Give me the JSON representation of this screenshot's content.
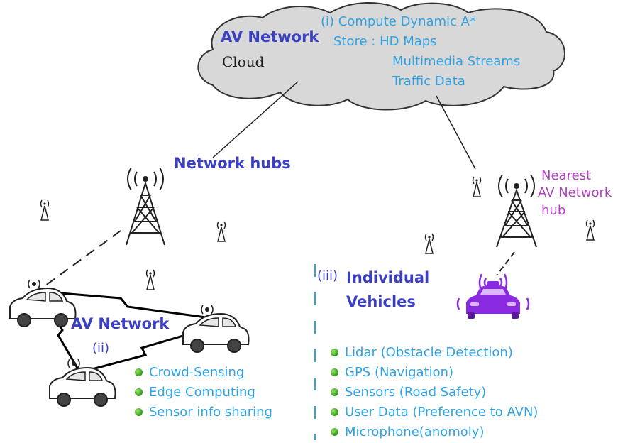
{
  "cloud": {
    "title": "AV Network",
    "subtitle": "Cloud",
    "lines": [
      "(i) Compute Dynamic A*",
      "Store : HD Maps",
      "Multimedia Streams",
      "Traffic Data"
    ]
  },
  "network_hubs_label": "Network hubs",
  "nearest_hub": {
    "lines": [
      "Nearest",
      "AV Network",
      "hub"
    ]
  },
  "av_network": {
    "label": "AV Network",
    "number": "(ii)",
    "bullets": [
      "Crowd-Sensing",
      "Edge Computing",
      "Sensor info sharing"
    ]
  },
  "individual": {
    "number": "(iii)",
    "title_lines": [
      "Individual",
      "Vehicles"
    ],
    "bullets": [
      "Lidar (Obstacle Detection)",
      "GPS (Navigation)",
      "Sensors (Road Safety)",
      "User Data (Preference to AVN)",
      "Microphone(anomoly)"
    ]
  },
  "colors": {
    "heading": "#3b3fc4",
    "cloud_text": "#2ea3e6",
    "nearest_hub_text": "#b040c0",
    "bullet_dot": "#2e9a1a",
    "vehicle_icon": "#8a2be2"
  }
}
